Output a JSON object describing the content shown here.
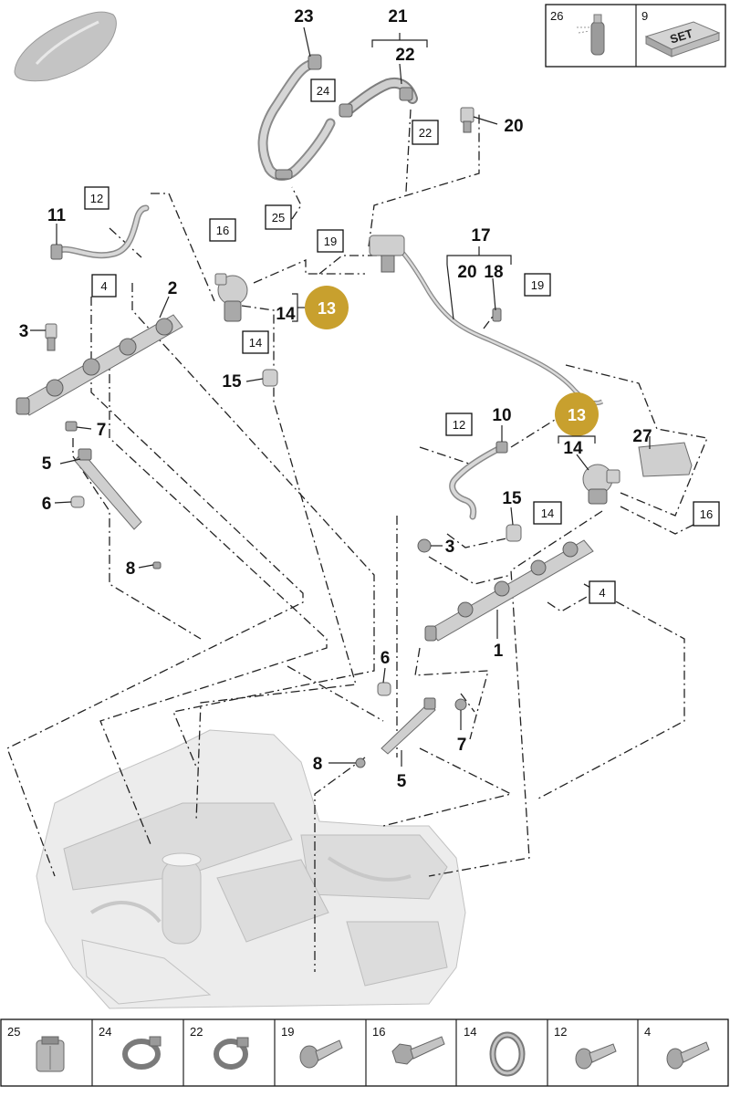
{
  "callouts": {
    "c23": "23",
    "c21": "21",
    "c22": "22",
    "c20": "20",
    "c17": "17",
    "c20b": "20",
    "c18": "18",
    "c11": "11",
    "c2": "2",
    "c3a": "3",
    "c14a": "14",
    "c15a": "15",
    "c7a": "7",
    "c5a": "5",
    "c6a": "6",
    "c8a": "8",
    "c10": "10",
    "c14b": "14",
    "c27": "27",
    "c15b": "15",
    "c3b": "3",
    "c1": "1",
    "c6b": "6",
    "c7b": "7",
    "c8b": "8",
    "c5b": "5"
  },
  "boxes": {
    "b24": "24",
    "b22": "22",
    "b25": "25",
    "b12a": "12",
    "b16a": "16",
    "b19a": "19",
    "b19b": "19",
    "b4a": "4",
    "b14a": "14",
    "b12b": "12",
    "b14b": "14",
    "b16b": "16",
    "b4b": "4"
  },
  "badges": {
    "badge_top": "13",
    "badge_right": "13"
  },
  "top_right_panel": {
    "cells": [
      {
        "number": "26",
        "icon": "spray-can-icon"
      },
      {
        "number": "9",
        "label": "SET",
        "icon": "set-box-icon"
      }
    ]
  },
  "bottom_strip": {
    "cells": [
      {
        "number": "25",
        "icon": "hose-clamp-icon"
      },
      {
        "number": "24",
        "icon": "clamp-icon"
      },
      {
        "number": "22",
        "icon": "clamp-icon"
      },
      {
        "number": "19",
        "icon": "bolt-icon"
      },
      {
        "number": "16",
        "icon": "hex-bolt-icon"
      },
      {
        "number": "14",
        "icon": "o-ring-icon"
      },
      {
        "number": "12",
        "icon": "bolt-icon"
      },
      {
        "number": "4",
        "icon": "bolt-icon"
      }
    ]
  },
  "colors": {
    "badge": "#c8a02e",
    "line": "#222222",
    "part": "#cfcfcf",
    "engine": "#ececec"
  }
}
